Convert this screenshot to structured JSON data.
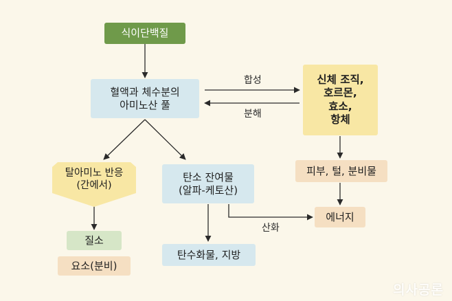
{
  "nodes": {
    "dietary_protein": "식이단백질",
    "amino_pool_line1": "혈액과 체수분의",
    "amino_pool_line2": "아미노산 풀",
    "body_line1": "신체 조직,",
    "body_line2": "호르몬,",
    "body_line3": "효소,",
    "body_line4": "항체",
    "skin": "피부, 털, 분비물",
    "deamination_line1": "탈아미노 반응",
    "deamination_line2": "(간에서)",
    "carbon_line1": "탄소 잔여물",
    "carbon_line2": "(알파-케토산)",
    "energy": "에너지",
    "nitrogen": "질소",
    "urea": "요소(분비)",
    "carb_fat": "탄수화물, 지방"
  },
  "labels": {
    "synthesis": "합성",
    "breakdown": "분해",
    "oxidation": "산화"
  },
  "watermark": "의사공론",
  "colors": {
    "background": "#fbf7ea",
    "green": "#6f9a4a",
    "light_blue": "#d6e8ee",
    "yellow": "#f8e7a4",
    "peach": "#f5dfc2",
    "light_green": "#d6e6c7",
    "arrow": "#2a2a2a"
  }
}
